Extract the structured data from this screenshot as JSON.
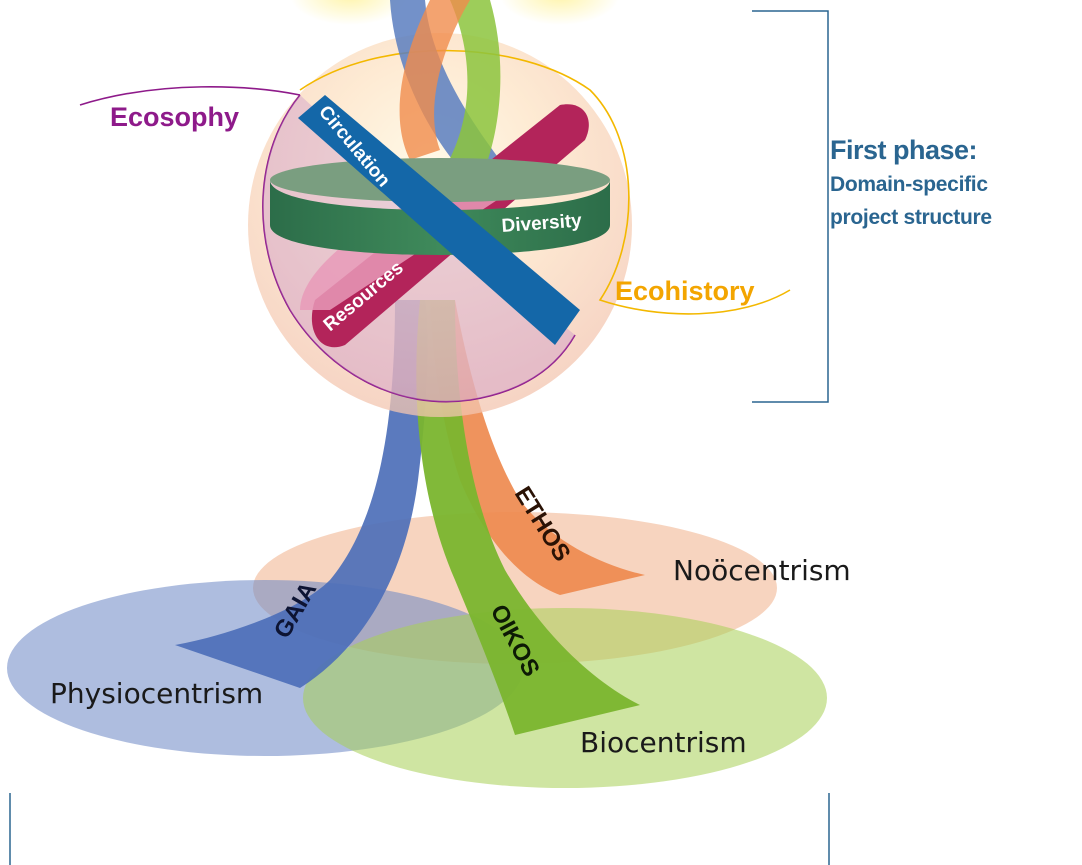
{
  "phase": {
    "title": "First phase:",
    "subtitle_line1": "Domain-specific",
    "subtitle_line2": "project structure"
  },
  "sphere_labels": {
    "ecosophy": "Ecosophy",
    "ecohistory": "Ecohistory"
  },
  "bands": {
    "circulation": "Circulation",
    "diversity": "Diversity",
    "resources": "Resources"
  },
  "strands": {
    "gaia": "GAIA",
    "oikos": "OIKOS",
    "ethos": "ETHOS"
  },
  "domains": {
    "physiocentrism": "Physiocentrism",
    "biocentrism": "Biocentrism",
    "noocentrism": "Noöcentrism"
  },
  "colors": {
    "ecosophy": "#8e1a8a",
    "ecohistory": "#f3a500",
    "circulation": "#1467a8",
    "diversity": "#2f6f4a",
    "resources": "#b3245a",
    "gaia": "#4d6fb8",
    "oikos": "#7ab52e",
    "ethos": "#ee8a4f",
    "phase_text": "#2a6590",
    "bracket": "#2a6590"
  }
}
